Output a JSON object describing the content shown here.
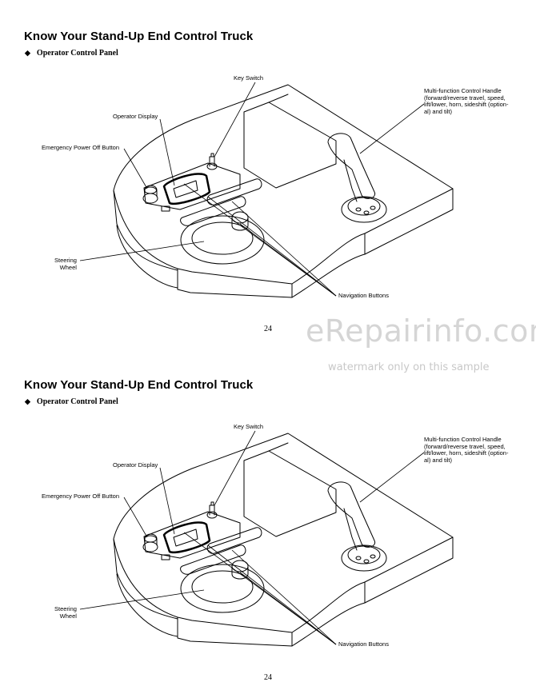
{
  "sections": [
    {
      "title": "Know Your Stand-Up End Control Truck",
      "subtitle": "Operator Control Panel",
      "labels": {
        "key_switch": "Key Switch",
        "operator_display": "Operator Display",
        "emergency_power_off": "Emergency Power Off Button",
        "multifunction_line1": "Multi-function Control Handle",
        "multifunction_line2": "(forward/reverse travel, speed,",
        "multifunction_line3": "lift/lower, horn, sideshift (option-",
        "multifunction_line4": "al) and tilt)",
        "steering_line1": "Steering",
        "steering_line2": "Wheel",
        "navigation_buttons": "Navigation Buttons"
      },
      "page_number": "24"
    },
    {
      "title": "Know Your Stand-Up End Control Truck",
      "subtitle": "Operator Control Panel",
      "labels": {
        "key_switch": "Key Switch",
        "operator_display": "Operator Display",
        "emergency_power_off": "Emergency Power Off Button",
        "multifunction_line1": "Multi-function Control Handle",
        "multifunction_line2": "(forward/reverse travel, speed,",
        "multifunction_line3": "lift/lower, horn, sideshift (option-",
        "multifunction_line4": "al) and tilt)",
        "steering_line1": "Steering",
        "steering_line2": "Wheel",
        "navigation_buttons": "Navigation Buttons"
      },
      "page_number": "24"
    }
  ],
  "watermark": {
    "main": "eRepairinfo.com",
    "sub": "watermark only on this sample"
  },
  "bullet_glyph": "◆"
}
